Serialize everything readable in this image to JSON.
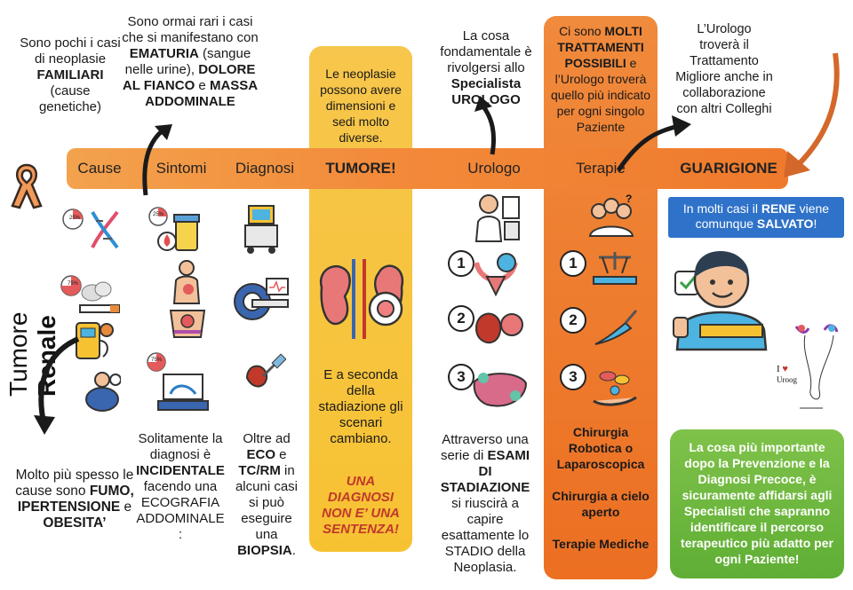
{
  "title": {
    "light": "Tumore ",
    "bold": "Renale"
  },
  "stages": [
    "Cause",
    "Sintomi",
    "Diagnosi",
    "TUMORE!",
    "Urologo",
    "Terapie",
    "GUARIGIONE"
  ],
  "cause": {
    "top": [
      "Sono pochi i casi di neoplasie ",
      "FAMILIARI",
      " (cause genetiche)"
    ],
    "bottom": [
      "Molto più spesso le cause sono ",
      "FUMO, IPERTENSIONE",
      " e ",
      "OBESITA’"
    ]
  },
  "sintomi": {
    "top": [
      "Sono ormai rari i casi che si manifestano con ",
      "EMATURIA",
      " (sangue nelle urine), ",
      "DOLORE AL FIANCO",
      " e ",
      "MASSA ADDOMINALE"
    ],
    "bottom": [
      "Solitamente la diagnosi è ",
      "INCIDENTALE",
      " facendo una ECOGRAFIA ADDOMINALE :"
    ]
  },
  "diagnosi": {
    "bottom": [
      "Oltre ad ",
      "ECO",
      " e ",
      "TC/RM",
      " in alcuni casi si può eseguire una ",
      "BIOPSIA",
      "."
    ]
  },
  "tumore": {
    "top": "Le neoplasie possono avere dimensioni e sedi molto diverse.",
    "middle": "E a seconda della stadiazione gli scenari cambiano.",
    "bottom": "UNA DIAGNOSI NON E’ UNA SENTENZA!"
  },
  "urologo": {
    "top": [
      "La cosa fondamentale è rivolgersi allo ",
      "Specialista UROLOGO"
    ],
    "bottom": [
      "Attraverso una serie di ",
      "ESAMI DI STADIAZIONE",
      " si riuscirà a capire esattamente lo STADIO della Neoplasia."
    ],
    "numbers": [
      "1",
      "2",
      "3"
    ]
  },
  "terapie": {
    "top": [
      "Ci sono ",
      "MOLTI TRATTAMENTI POSSIBILI",
      " e l’Urologo troverà quello più indicato per ogni singolo Paziente"
    ],
    "numbers": [
      "1",
      "2",
      "3"
    ],
    "items": [
      "Chirurgia Robotica o Laparoscopica",
      "Chirurgia a cielo aperto",
      "Terapie Mediche"
    ]
  },
  "guarigione": {
    "top": "L’Urologo troverà il Trattamento Migliore anche in collaborazione con altri Colleghi",
    "blue": [
      "In molti casi il ",
      "RENE",
      " viene comunque ",
      "SALVATO",
      "!"
    ],
    "green": "La cosa più importante dopo la Prevenzione e la Diagnosi Precoce, è sicuramente affidarsi agli Specialisti che sapranno identificare il percorso terapeutico più adatto per ogni Paziente!"
  },
  "badges": [
    "25%",
    "75%",
    "25%",
    "75%"
  ],
  "signature": [
    "I",
    "♥",
    "Uroog"
  ],
  "colors": {
    "bar": "#ef7a2c",
    "yellow": "#f7c232",
    "orange": "#ec6f22",
    "blue": "#2f72c9",
    "green": "#5fae35"
  }
}
